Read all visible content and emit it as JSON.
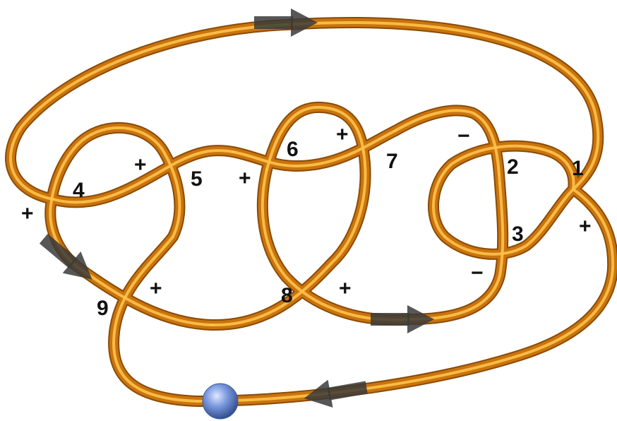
{
  "diagram": {
    "colors": {
      "tube": "#c9740e",
      "tube_highlight": "#ffc24a",
      "tube_shade": "#8a4a05",
      "arrow": "#3a3a3a",
      "bead": "#6f8fd6",
      "label": "#111111"
    },
    "crossings": [
      {
        "id": "1",
        "sign": "+"
      },
      {
        "id": "2",
        "sign": "−"
      },
      {
        "id": "3",
        "sign": "−"
      },
      {
        "id": "4",
        "sign": "+"
      },
      {
        "id": "5",
        "sign": "+"
      },
      {
        "id": "6",
        "sign": "+"
      },
      {
        "id": "7",
        "sign": "+"
      },
      {
        "id": "8",
        "sign": "+"
      },
      {
        "id": "9",
        "sign": "+"
      }
    ],
    "bead_icon": "sphere-bead-icon",
    "arrow_icon": "direction-arrow-icon"
  }
}
